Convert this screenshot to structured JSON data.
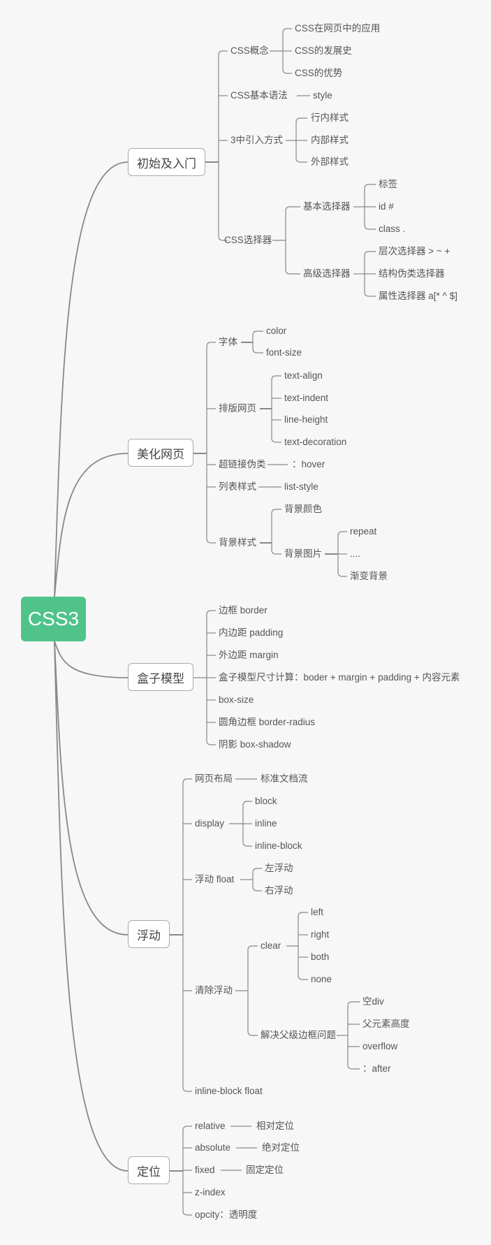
{
  "root": {
    "label": "CSS3",
    "color": "#4fc38a"
  },
  "branches": [
    {
      "label": "初始及入门",
      "children": [
        {
          "label": "CSS概念",
          "children": [
            "CSS在网页中的应用",
            "CSS的发展史",
            "CSS的优势"
          ]
        },
        {
          "label": "CSS基本语法",
          "children": [
            "style"
          ]
        },
        {
          "label": "3中引入方式",
          "children": [
            "行内样式",
            "内部样式",
            "外部样式"
          ]
        },
        {
          "label": "CSS选择器",
          "children": [
            {
              "label": "基本选择器",
              "children": [
                "标签",
                "id  #",
                "class  ."
              ]
            },
            {
              "label": "高级选择器",
              "children": [
                "层次选择器   > ~ +",
                "结构伪类选择器",
                "属性选择器  a[* ^ $]"
              ]
            }
          ]
        }
      ]
    },
    {
      "label": "美化网页",
      "children": [
        {
          "label": "字体",
          "children": [
            "color",
            "font-size"
          ]
        },
        {
          "label": "排版网页",
          "children": [
            "text-align",
            "text-indent",
            "line-height",
            "text-decoration"
          ]
        },
        {
          "label": "超链接伪类",
          "children": [
            "：hover"
          ]
        },
        {
          "label": "列表样式",
          "children": [
            "list-style"
          ]
        },
        {
          "label": "背景样式",
          "children": [
            "背景颜色",
            {
              "label": "背景图片",
              "children": [
                "repeat",
                "....",
                "渐变背景"
              ]
            }
          ]
        }
      ]
    },
    {
      "label": "盒子模型",
      "children": [
        "边框 border",
        "内边距 padding",
        "外边距 margin",
        "盒子模型尺寸计算：boder + margin + padding + 内容元素",
        "box-size",
        "圆角边框 border-radius",
        "阴影 box-shadow"
      ]
    },
    {
      "label": "浮动",
      "children": [
        {
          "label": "网页布局",
          "children": [
            "标准文档流"
          ]
        },
        {
          "label": "display",
          "children": [
            "block",
            "inline",
            "inline-block"
          ]
        },
        {
          "label": "浮动 float",
          "children": [
            "左浮动",
            "右浮动"
          ]
        },
        {
          "label": "清除浮动",
          "children": [
            {
              "label": "clear",
              "children": [
                "left",
                "right",
                "both",
                "none"
              ]
            },
            {
              "label": "解决父级边框问题",
              "children": [
                "空div",
                "父元素高度",
                "overflow",
                "：after"
              ]
            }
          ]
        },
        {
          "label": "inline-block float"
        }
      ]
    },
    {
      "label": "定位",
      "children": [
        {
          "label": "relative",
          "children": [
            "相对定位"
          ]
        },
        {
          "label": "absolute",
          "children": [
            "绝对定位"
          ]
        },
        {
          "label": "fixed",
          "children": [
            "固定定位"
          ]
        },
        {
          "label": "z-index"
        },
        {
          "label": "opcity：透明度"
        }
      ]
    }
  ]
}
